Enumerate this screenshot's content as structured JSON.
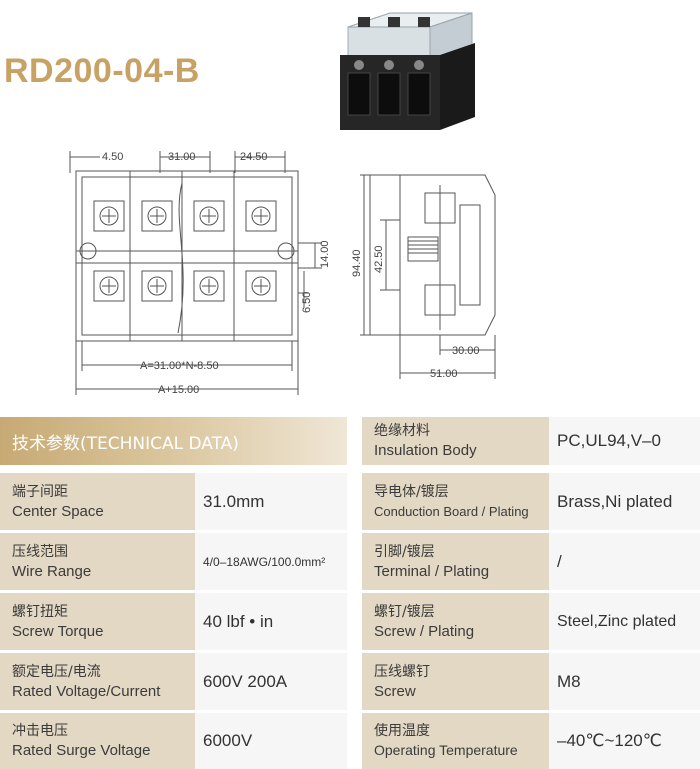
{
  "title": "RD200-04-B",
  "drawing": {
    "front_dims": {
      "top_left": "4.50",
      "top_mid": "31.00",
      "top_right": "24.50",
      "right_a": "14.00",
      "right_b": "6.50",
      "bottom_a": "A=31.00*N-8.50",
      "bottom_b": "A+15.00"
    },
    "side_dims": {
      "left_outer": "94.40",
      "left_inner": "42.50",
      "bottom_inner": "30.00",
      "bottom_outer": "51.00"
    }
  },
  "specs": {
    "header": "技术参数(TECHNICAL DATA)",
    "left_rows": [
      {
        "zh": "端子间距",
        "en": "Center Space",
        "value": "31.0mm"
      },
      {
        "zh": "压线范围",
        "en": "Wire Range",
        "value": "4/0–18AWG/100.0mm²"
      },
      {
        "zh": "螺钉扭矩",
        "en": "Screw Torque",
        "value": "40 lbf • in"
      },
      {
        "zh": "额定电压/电流",
        "en": "Rated Voltage/Current",
        "value": "600V 200A"
      },
      {
        "zh": "冲击电压",
        "en": "Rated Surge Voltage",
        "value": "6000V"
      }
    ],
    "right_rows": [
      {
        "zh": "绝缘材料",
        "en": "Insulation Body",
        "value": "PC,UL94,V–0"
      },
      {
        "zh": "导电体/镀层",
        "en": "Conduction Board / Plating",
        "value": "Brass,Ni plated"
      },
      {
        "zh": "引脚/镀层",
        "en": "Terminal / Plating",
        "value": "/"
      },
      {
        "zh": "螺钉/镀层",
        "en": "Screw / Plating",
        "value": "Steel,Zinc plated"
      },
      {
        "zh": "压线螺钉",
        "en": "Screw",
        "value": "M8"
      },
      {
        "zh": "使用温度",
        "en": "Operating Temperature",
        "value": "–40℃~120℃"
      }
    ]
  }
}
